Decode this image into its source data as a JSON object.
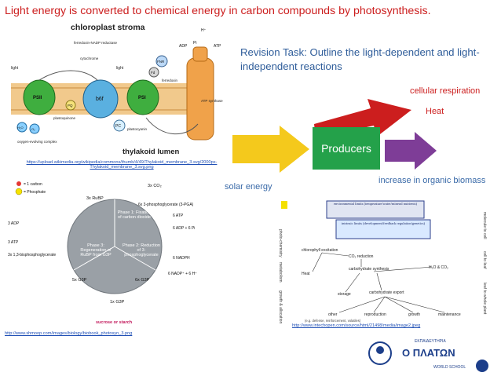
{
  "slide": {
    "title": "Light energy is converted to chemical energy in carbon compounds by photosynthesis.",
    "revision_task": "Revision Task: Outline the light-dependent and light-independent reactions",
    "producers_label": "Producers",
    "labels": {
      "cellular_respiration": "cellular respiration",
      "heat": "Heat",
      "solar_energy": "solar energy",
      "increase_biomass": "increase in organic biomass"
    },
    "colors": {
      "title_red": "#cc1e1e",
      "task_blue": "#2f5d9a",
      "producers_green": "#24a14a",
      "arrow_yellow": "#f4c91c",
      "arrow_purple": "#7e3d97",
      "arrow_red": "#cc1e1e"
    }
  },
  "figure_thylakoid": {
    "stroma_label": "chloroplast stroma",
    "lumen_label": "thylakoid lumen",
    "labels": {
      "light1": "light",
      "light2": "light",
      "fnr_reductase": "ferredoxin-NADP reductase",
      "cytochrome": "cytochrome",
      "psii": "PSII",
      "psi": "PSI",
      "b6f": "b6f",
      "pq": "PQ",
      "pc": "PC",
      "fd": "Fd",
      "fnr": "FNR",
      "ferredoxin": "ferredoxin",
      "plastoquinone": "plastoquinone",
      "plastocyanin": "plastocyanin",
      "oxygen_complex": "oxygen-evolving complex",
      "atp_synthase": "ATP synthase",
      "adp": "ADP",
      "atp": "ATP",
      "pi": "Pi",
      "h_plus": "H⁺",
      "h2o": "H₂O",
      "o2": "O₂"
    },
    "source_url": "https://upload.wikimedia.org/wikipedia/commons/thumb/4/49/Thylakoid_membrane_3.svg/2000px-Thylakoid_membrane_3.svg.png"
  },
  "figure_calvin": {
    "legend": {
      "carbon": "= 1 carbon",
      "phosphate": "= Phosphate"
    },
    "phase1": "Phase 1: Fixation of carbon dioxide",
    "phase2": "Phase 2: Reduction of 3-phosphoglycerate",
    "phase3": "Phase 3: Regeneration of RuBP from G3P",
    "labels": {
      "rubp": "3x RuBP",
      "co2": "3x CO₂",
      "pga": "6x 3-phosphoglycerate (3-PGA)",
      "adp_in": "6 ADP + 6 Pi",
      "atp_out": "6 ATP",
      "adp_left": "3 ADP",
      "atp_left": "3 ATP",
      "bpg": "3x 1,3-bisphosphoglycerate",
      "nadph": "6 NADPH",
      "nadp": "6 NADP⁺ + 6 H⁺",
      "g3p_5": "5x G3P",
      "g3p_6": "6x G3P",
      "g3p_1": "1x G3P",
      "sucrose": "sucrose or starch"
    },
    "source_url": "http://www.shmoop.com/images/biology/biobook_photosyn_3.png"
  },
  "figure_growth": {
    "box1": "environmental limits (temperature/water/mineral nutrients)",
    "box2": "intrinsic limits (development/feedback regulation/genetics)",
    "left_labels": [
      "photo-chemistry",
      "metabolism",
      "growth & allocation"
    ],
    "right_labels": [
      "molecule to cell",
      "cell to leaf",
      "leaf to whole plant"
    ],
    "nodes": {
      "excitation": "chlorophyll excitation",
      "co2_reduction": "CO₂ reduction",
      "heat": "Heat",
      "carbohydrate_synthesis": "carbohydrate synthesis",
      "h2o_co2": "H₂O & CO₂",
      "storage": "storage",
      "carbohydrate_export": "carbohydrate export",
      "other": "other",
      "reproduction": "reproduction",
      "growth": "growth",
      "maintenance": "maintenance",
      "other_detail": "(e.g. defense, reinforcement, volatiles)"
    },
    "source_url": "http://www.intechopen.com/source/html/21498/media/image2.jpeg"
  },
  "school_logo": {
    "line1": "ΕΚΠΑΙΔΕΥΤΗΡΙΑ",
    "line2": "Ο ΠΛΑΤΩΝ",
    "line3": "WORLD SCHOOL"
  }
}
